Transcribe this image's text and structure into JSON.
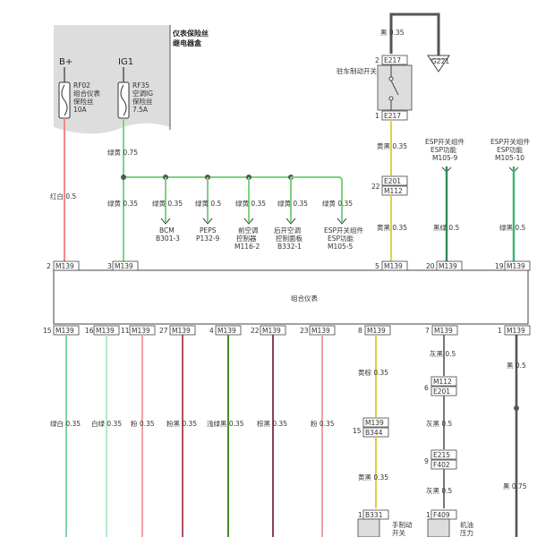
{
  "fuse_box": {
    "title_line1": "仪表保险丝",
    "title_line2": "继电器盒",
    "bplus": "B+",
    "ig1": "IG1",
    "fuse1_lines": [
      "RF02",
      "组合仪表",
      "保险丝",
      "10A"
    ],
    "fuse2_lines": [
      "RF35",
      "空调IG",
      "保险丝",
      "7.5A"
    ]
  },
  "wires": {
    "red_white": "红白 0.5",
    "green_yellow_main": "绿黄 0.75",
    "gy1": "绿黄 0.35",
    "gy2": "绿黄 0.35",
    "gy3": "绿黄 0.5",
    "gy4": "绿黄 0.35",
    "gy5": "绿黄 0.35",
    "gy6": "绿黄 0.35",
    "black_top": "黑 0.35",
    "yellow_black1": "黄黑 0.35",
    "yellow_black2": "黄黑 0.35",
    "black_green": "黑绿 0.5",
    "green_black": "绿黑 0.5",
    "green_white": "绿白 0.35",
    "white_green": "白绿 0.35",
    "pink": "粉 0.35",
    "pink_black": "粉黑 0.35",
    "lightgreen_black": "浅绿黑 0.35",
    "brown_black": "棕黑 0.35",
    "pink2": "粉 0.35",
    "yellow_brown": "黄棕 0.35",
    "yellow_black3": "黄黑 0.35",
    "gray_black1": "灰黑 0.5",
    "gray_black2": "灰黑 0.5",
    "gray_black3": "灰黑 0.5",
    "black_r1": "黑 0.5",
    "black_r2": "黑 0.75"
  },
  "branches": {
    "bcm": [
      "BCM",
      "B301-3"
    ],
    "peps": [
      "PEPS",
      "P132-9"
    ],
    "ac_ctrl": [
      "前空调",
      "控制器",
      "M116-2"
    ],
    "rear_ac": [
      "后开空调",
      "控制面板",
      "B332-1"
    ],
    "esp_switch": [
      "ESP开关组件",
      "ESP功能",
      "M105-5"
    ]
  },
  "top_right": {
    "ground": "G221",
    "parking_switch": "驻车制动开关",
    "esp_label1": [
      "ESP开关组件",
      "ESP功能",
      "M105-9"
    ],
    "esp_label2": [
      "ESP开关组件",
      "ESP功能",
      "M105-10"
    ]
  },
  "connectors": {
    "e217_top_pin": "2",
    "e217_top": "E217",
    "e217_bot_pin": "1",
    "e217_bot": "E217",
    "e201": "E201",
    "m112": "M112",
    "pin22": "22",
    "m139_top": [
      {
        "pin": "2",
        "name": "M139"
      },
      {
        "pin": "3",
        "name": "M139"
      },
      {
        "pin": "5",
        "name": "M139"
      },
      {
        "pin": "20",
        "name": "M139"
      },
      {
        "pin": "19",
        "name": "M139"
      }
    ],
    "m139_bottom": [
      {
        "pin": "15",
        "name": "M139"
      },
      {
        "pin": "16",
        "name": "M139"
      },
      {
        "pin": "11",
        "name": "M139"
      },
      {
        "pin": "27",
        "name": "M139"
      },
      {
        "pin": "4",
        "name": "M139"
      },
      {
        "pin": "22",
        "name": "M139"
      },
      {
        "pin": "23",
        "name": "M139"
      },
      {
        "pin": "8",
        "name": "M139"
      },
      {
        "pin": "7",
        "name": "M139"
      },
      {
        "pin": "1",
        "name": "M139"
      }
    ],
    "m139_mid": "M139",
    "b344": "B344",
    "pin15": "15",
    "m112_r": "M112",
    "e201_r": "E201",
    "pin6": "6",
    "e215": "E215",
    "f402": "F402",
    "pin9": "9",
    "b331_pin": "1",
    "b331": "B331",
    "f409_pin": "1",
    "f409": "F409",
    "handbrake": [
      "手制动",
      "开关"
    ],
    "oil": [
      "机油",
      "压力"
    ]
  },
  "cluster": {
    "label": "组合仪表"
  }
}
